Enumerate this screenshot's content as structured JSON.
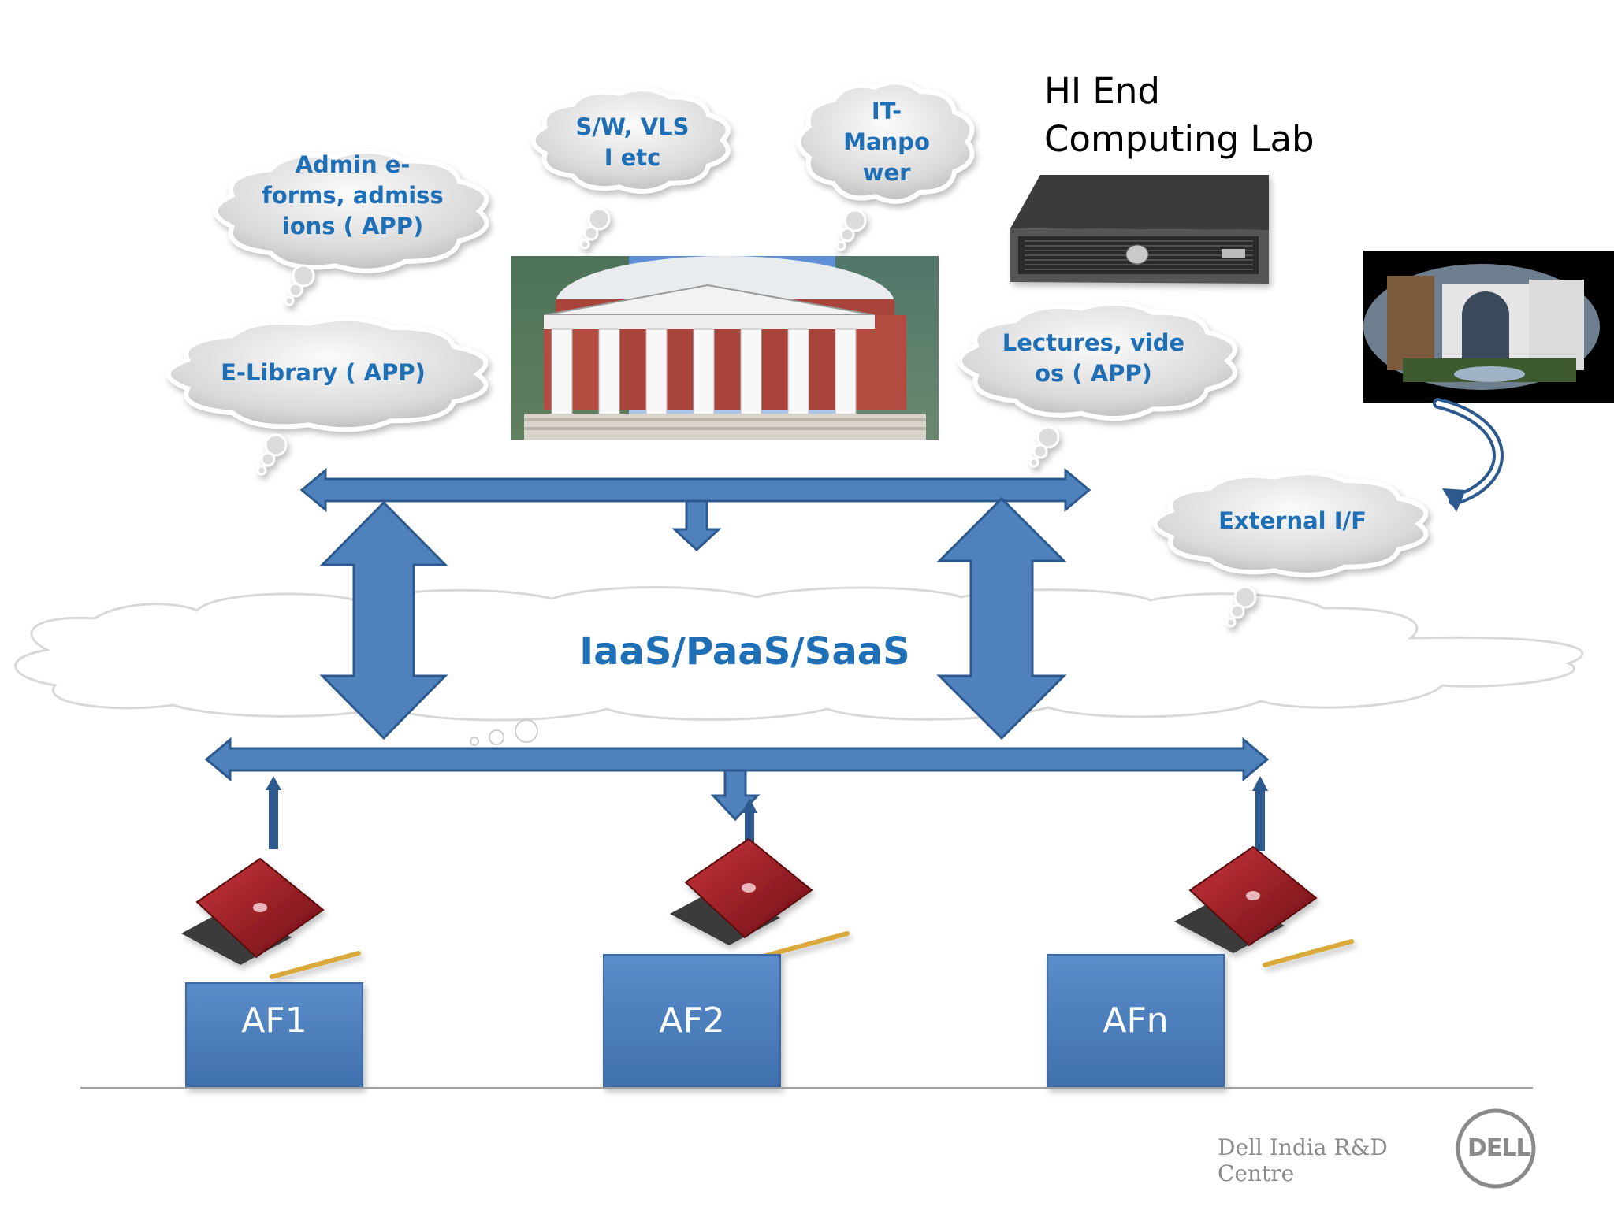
{
  "title": "HI End\nComputing Lab",
  "clouds": {
    "admin": "Admin e-\nforms, admiss\nions ( APP)",
    "sw": "S/W, VLS\nI etc",
    "it": "IT-\nManpo\nwer",
    "elibrary": "E-Library ( APP)",
    "lectures": "Lectures, vide\nos ( APP)",
    "external": "External I/F"
  },
  "central_cloud": "IaaS/PaaS/SaaS",
  "nodes": [
    "AF1",
    "AF2",
    "AFn"
  ],
  "footer": "Dell India R&D Centre",
  "logo": "DELL",
  "colors": {
    "arrow_fill": "#4f81bd",
    "arrow_stroke": "#2c5a8e",
    "label_text": "#1f6fb7",
    "box_fill": "#4f81bd",
    "laptop": "#9b1b22"
  },
  "icons": [
    "building-image",
    "server-image",
    "campus-photo",
    "laptop-icon",
    "pencil-icon",
    "dell-logo-icon"
  ]
}
